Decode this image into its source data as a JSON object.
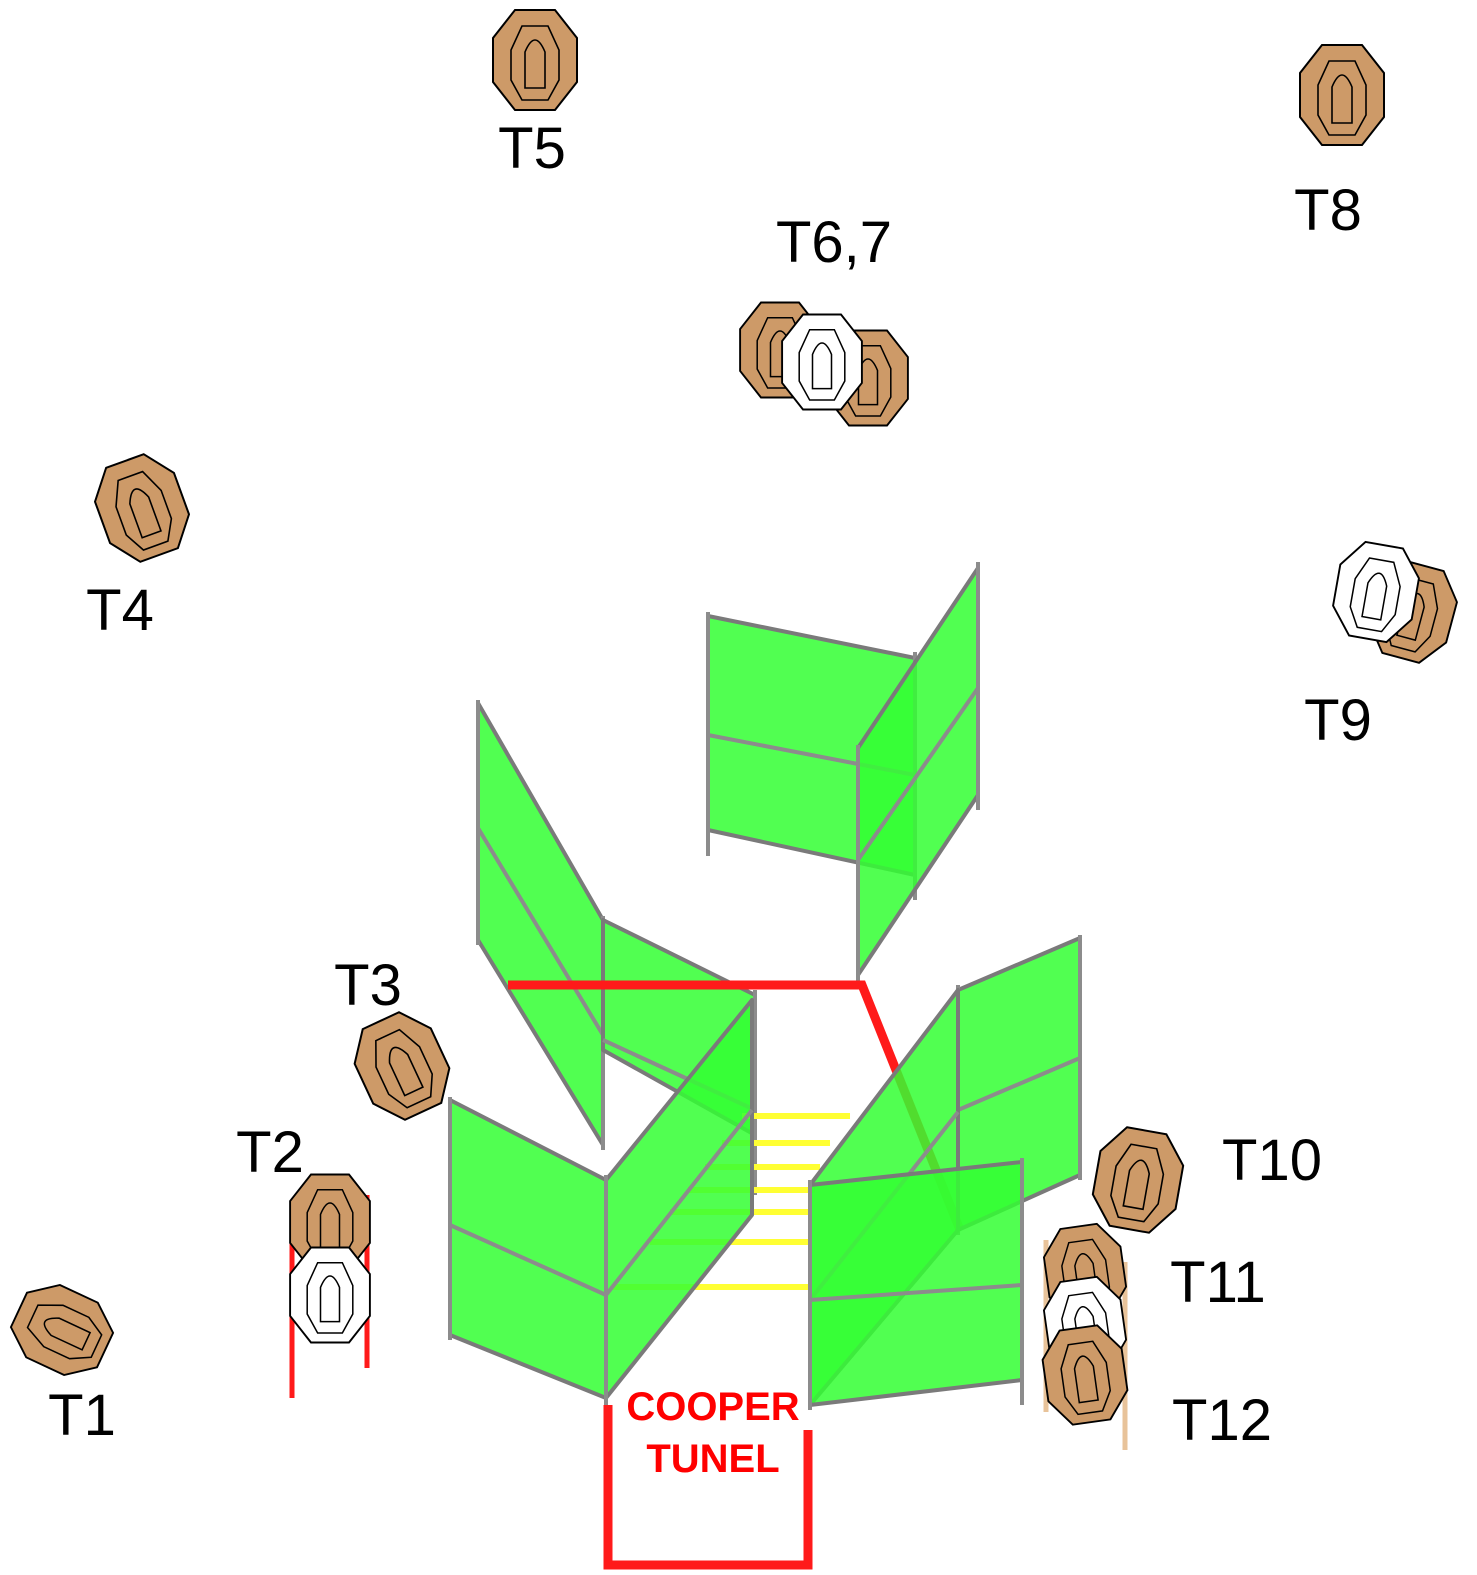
{
  "colors": {
    "target_brown": "#cd9a68",
    "target_white": "#ffffff",
    "wall_green": "#33ff33",
    "frame_grey": "#8c8c8c",
    "tunnel_red": "#ff1a1a",
    "rung_yellow": "#ffff33"
  },
  "labels": {
    "t1": "T1",
    "t2": "T2",
    "t3": "T3",
    "t4": "T4",
    "t5": "T5",
    "t67": "T6,7",
    "t8": "T8",
    "t9": "T9",
    "t10": "T10",
    "t11": "T11",
    "t12": "T12"
  },
  "tunnel": {
    "line1": "COOPER",
    "line2": "TUNEL"
  }
}
